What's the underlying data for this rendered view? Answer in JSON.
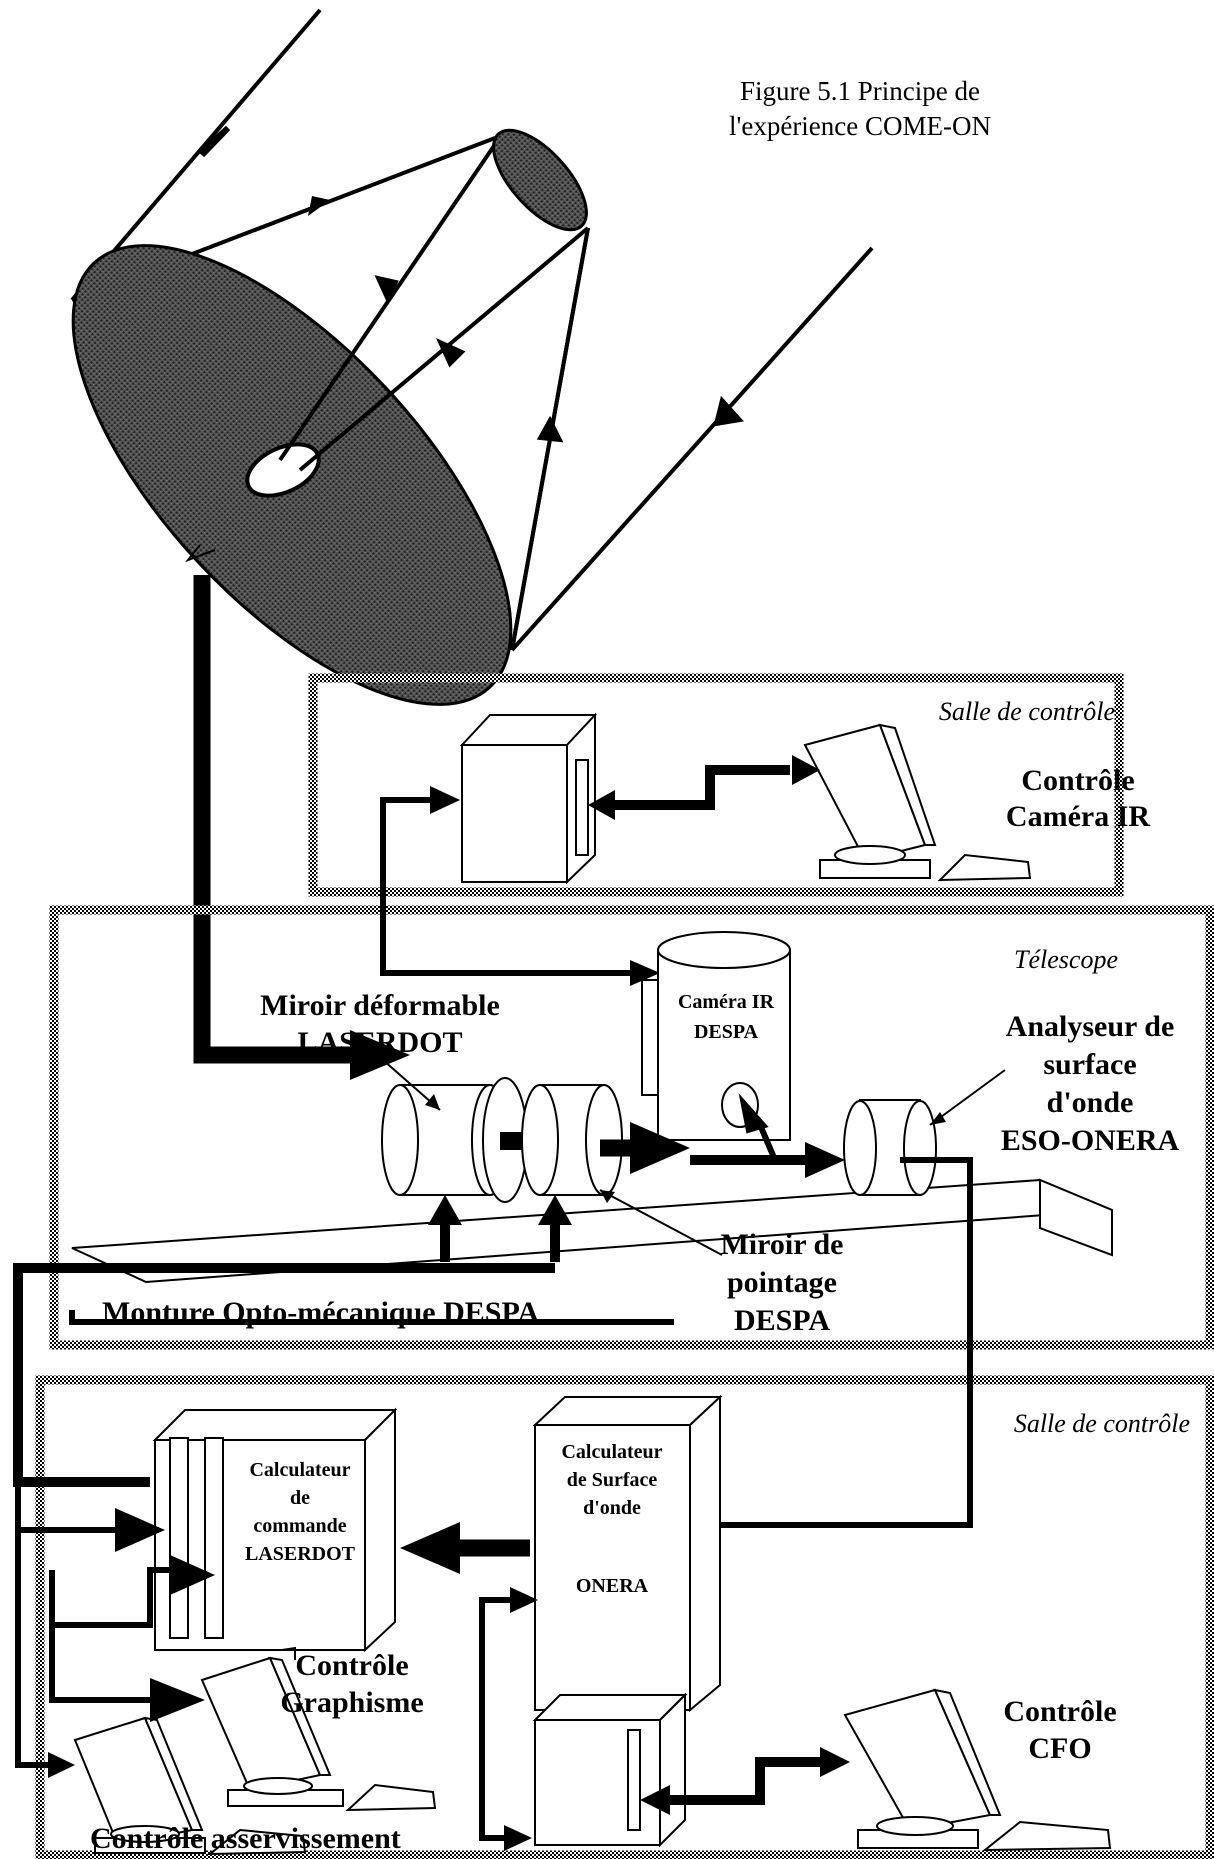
{
  "figure": {
    "caption_line1": "Figure 5.1 Principe de",
    "caption_line2": "l'expérience COME-ON"
  },
  "rooms": {
    "control_room_top": "Salle de contrôle",
    "telescope": "Télescope",
    "control_room_bottom": "Salle de contrôle"
  },
  "components": {
    "camera_control": [
      "Contrôle",
      "Caméra IR"
    ],
    "camera_ir": [
      "Caméra IR",
      "DESPA"
    ],
    "deformable_mirror": [
      "Miroir déformable",
      "LASERDOT"
    ],
    "wavefront_analyzer": [
      "Analyseur de",
      "surface",
      "d'onde",
      "ESO-ONERA"
    ],
    "tip_tilt_mirror": [
      "Miroir de",
      "pointage",
      "DESPA"
    ],
    "mount": "Monture Opto-mécanique DESPA",
    "laserdot_computer": [
      "Calculateur",
      "de",
      "commande",
      "LASERDOT"
    ],
    "wavefront_computer": [
      "Calculateur",
      "de Surface",
      "d'onde",
      "ONERA"
    ],
    "graphics_control": [
      "Contrôle",
      "Graphisme"
    ],
    "cfo_control": [
      "Contrôle",
      "CFO"
    ],
    "servo_control": "Contrôle asservissement"
  }
}
